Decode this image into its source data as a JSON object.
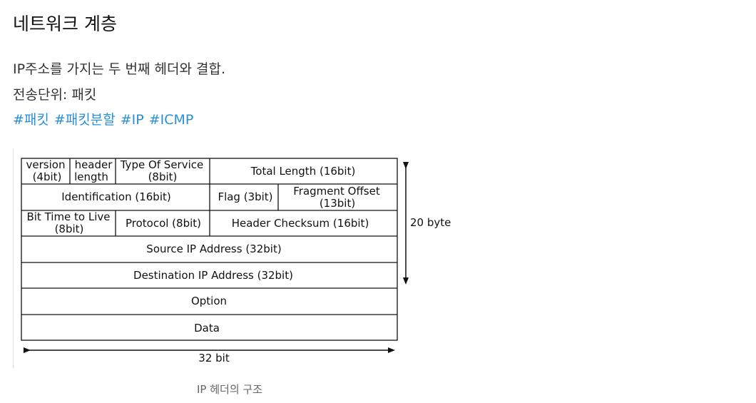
{
  "page": {
    "title": "네트워크 계층",
    "description": "IP주소를 가지는 두 번째 헤더와 결합.",
    "unit_line": "전송단위: 패킷",
    "tags": [
      "#패킷",
      "#패킷분할",
      "#IP",
      "#ICMP"
    ]
  },
  "diagram": {
    "cells": {
      "version_1": "version",
      "version_2": "(4bit)",
      "header_1": "header",
      "header_2": "length",
      "tos_1": "Type Of Service",
      "tos_2": "(8bit)",
      "total_length": "Total Length (16bit)",
      "identification": "Identification (16bit)",
      "flag": "Flag (3bit)",
      "frag_1": "Fragment Offset",
      "frag_2": "(13bit)",
      "ttl_1": "Bit Time to Live",
      "ttl_2": "(8bit)",
      "protocol": "Protocol (8bit)",
      "checksum": "Header Checksum (16bit)",
      "source": "Source IP Address (32bit)",
      "destination": "Destination IP Address (32bit)",
      "option": "Option",
      "data": "Data"
    },
    "side_label": "20 byte",
    "bottom_label": "32 bit"
  },
  "caption": "IP 헤더의 구조"
}
